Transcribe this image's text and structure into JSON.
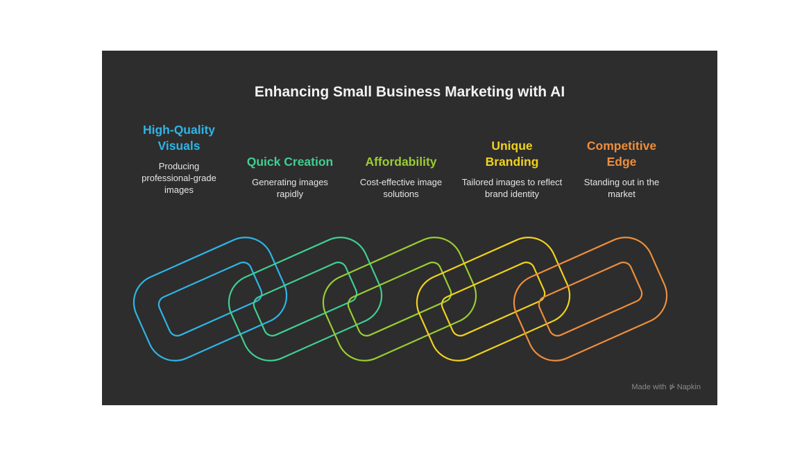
{
  "title": "Enhancing Small Business Marketing with AI",
  "items": [
    {
      "heading": "High-Quality Visuals",
      "description": "Producing professional-grade images",
      "color": "#2fb5e6"
    },
    {
      "heading": "Quick Creation",
      "description": "Generating images rapidly",
      "color": "#3fcf92"
    },
    {
      "heading": "Affordability",
      "description": "Cost-effective image solutions",
      "color": "#9acd32"
    },
    {
      "heading": "Unique Branding",
      "description": "Tailored images to reflect brand identity",
      "color": "#f0d21e"
    },
    {
      "heading": "Competitive Edge",
      "description": "Standing out in the market",
      "color": "#ee8e3c"
    }
  ],
  "footer": {
    "made_with": "Made with",
    "brand": "Napkin",
    "brand_icon": "napkin-logo-icon"
  }
}
